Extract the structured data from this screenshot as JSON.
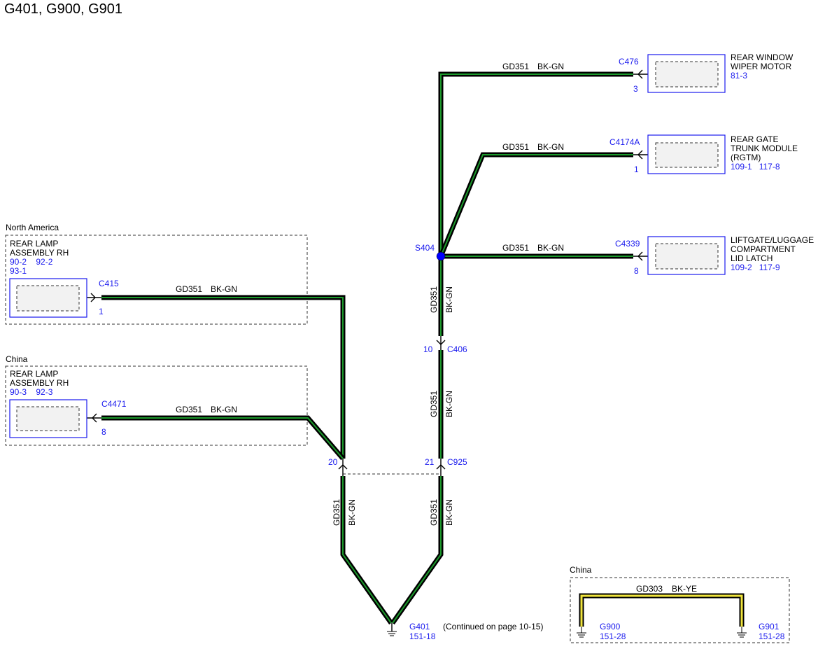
{
  "title": "G401, G900, G901",
  "wire": {
    "circuit": "GD351",
    "color": "BK-GN"
  },
  "wire_china_ground": {
    "circuit": "GD303",
    "color": "BK-YE"
  },
  "regions": {
    "north_america": "North America",
    "china_lamp": "China",
    "china_ground": "China"
  },
  "components": {
    "wiper": {
      "name1": "REAR WINDOW",
      "name2": "WIPER MOTOR",
      "refs": "81-3",
      "connector": "C476",
      "pin": "3"
    },
    "rgtm": {
      "name1": "REAR GATE",
      "name2": "TRUNK MODULE",
      "name3": "(RGTM)",
      "refs": "109-1   117-8",
      "connector": "C4174A",
      "pin": "1"
    },
    "latch": {
      "name1": "LIFTGATE/LUGGAGE",
      "name2": "COMPARTMENT",
      "name3": "LID LATCH",
      "refs": "109-2   117-9",
      "connector": "C4339",
      "pin": "8"
    },
    "lamp_na": {
      "name1": "REAR LAMP",
      "name2": "ASSEMBLY RH",
      "refs1": "90-2    92-2",
      "refs2": "93-1",
      "connector": "C415",
      "pin": "1"
    },
    "lamp_china": {
      "name1": "REAR LAMP",
      "name2": "ASSEMBLY RH",
      "refs1": "90-3    92-3",
      "connector": "C4471",
      "pin": "8"
    }
  },
  "splice": {
    "name": "S404"
  },
  "inline_connectors": {
    "c406": {
      "name": "C406",
      "pin": "10"
    },
    "c925": {
      "name": "C925",
      "pin_left": "20",
      "pin_right": "21"
    }
  },
  "grounds": {
    "g401": {
      "name": "G401",
      "ref": "151-18",
      "note": "(Continued on page 10-15)"
    },
    "g900": {
      "name": "G900",
      "ref": "151-28"
    },
    "g901": {
      "name": "G901",
      "ref": "151-28"
    }
  },
  "colors": {
    "connector_blue": "#1a1aee",
    "wire_green": "#1c9a2c",
    "wire_yellow": "#f0e43c",
    "splice_blue": "#0000ff"
  }
}
